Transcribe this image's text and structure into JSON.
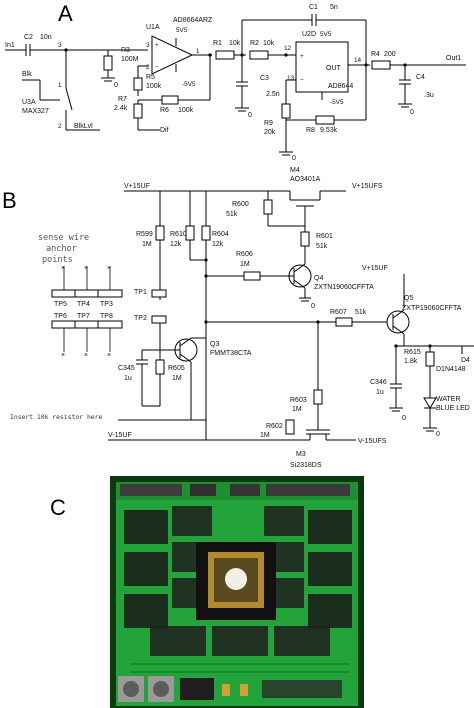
{
  "panels": {
    "a": "A",
    "b": "B",
    "c": "C"
  },
  "panel_a": {
    "input": "In1",
    "output": "Out1",
    "c2": "C2",
    "c2_val": "10n",
    "r3": "R3",
    "r3_val": "100M",
    "r5": "R5",
    "r5_val": "100k",
    "r6": "R6",
    "r6_val": "100k",
    "r7": "R7",
    "r7_val": "2.4k",
    "r1": "R1",
    "r1_val": "10k",
    "r2": "R2",
    "r2_val": "10k",
    "c1": "C1",
    "c1_val": "5n",
    "c3": "C3",
    "c3_val": "2.5n",
    "r9": "R9",
    "r9_val": "20k",
    "r8": "R8",
    "r8_val": "9.53k",
    "r4": "R4",
    "r4_val": "200",
    "c4": "C4",
    "c4_val": ".3u",
    "u1a": "U1A",
    "u1a_part": "AD8664ARZ",
    "u2d": "U2D",
    "u2d_part": "AD8644",
    "u3a": "U3A",
    "u3a_part": "MAX327",
    "supply_pos": "5V5",
    "supply_neg": "-5V5",
    "blk": "Blk",
    "blklvl": "BlkLvl",
    "dif": "Dif",
    "out_pin": "OUT",
    "pins": {
      "p1": "1",
      "p2": "2",
      "p3": "3",
      "p12": "12",
      "p13": "13",
      "p14": "14",
      "p_3": "3",
      "p_2": "2",
      "p_1": "1"
    },
    "zero": "0"
  },
  "panel_b": {
    "v15uf": "V+15UF",
    "v15ufs": "V+15UFS",
    "vneg15uf": "V-15UF",
    "vneg15ufs": "V-15UFS",
    "m4": "M4",
    "m4_part": "AO3401A",
    "m3": "M3",
    "m3_part": "Si2318DS",
    "q3": "Q3",
    "q3_part": "FMMT38CTA",
    "q4": "Q4",
    "q4_part": "ZXTN19060CFFTA",
    "q5": "Q5",
    "q5_part": "ZXTP19060CFFTA",
    "r599": "R599",
    "r599_val": "1M",
    "r610": "R610",
    "r610_val": "12k",
    "r604": "R604",
    "r604_val": "12k",
    "r600": "R600",
    "r600_val": "51k",
    "r601": "R601",
    "r601_val": "51k",
    "r606": "R606",
    "r606_val": "1M",
    "r607": "R607",
    "r607_val": "51k",
    "r605": "R605",
    "r605_val": "1M",
    "r603": "R603",
    "r603_val": "1M",
    "r602": "R602",
    "r602_val": "1M",
    "r615": "R615",
    "r615_val": "1.8k",
    "c345": "C345",
    "c345_val": "1u",
    "c346": "C346",
    "c346_val": "1u",
    "d4": "D4",
    "d4_part": "D1N4148",
    "led_line1": "WATER",
    "led_line2": "BLUE LED",
    "tp1": "TP1",
    "tp2": "TP2",
    "tps": [
      "TP5",
      "TP4",
      "TP3",
      "TP6",
      "TP7",
      "TP8"
    ],
    "sense_note": [
      "sense wire",
      "anchor",
      "points"
    ],
    "resistor_note": "Insert 10k resistor here",
    "zero": "0"
  },
  "panel_c": {
    "photo_description_icon": "green-pcb-photo"
  }
}
